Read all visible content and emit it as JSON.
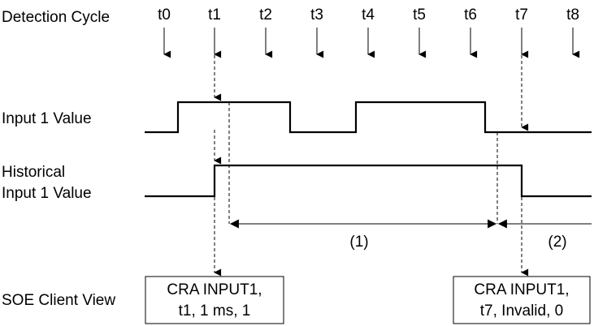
{
  "rows": {
    "detection_cycle": "Detection Cycle",
    "input_value": "Input 1 Value",
    "historical_line1": "Historical",
    "historical_line2": "Input 1 Value",
    "soe_client_view": "SOE Client View"
  },
  "cycles": [
    "t0",
    "t1",
    "t2",
    "t3",
    "t4",
    "t5",
    "t6",
    "t7",
    "t8"
  ],
  "intervals": {
    "first": "(1)",
    "second": "(2)"
  },
  "events": [
    {
      "line1": "CRA INPUT1,",
      "line2": "t1, 1 ms, 1"
    },
    {
      "line1": "CRA INPUT1,",
      "line2": "t7, Invalid, 0"
    }
  ]
}
